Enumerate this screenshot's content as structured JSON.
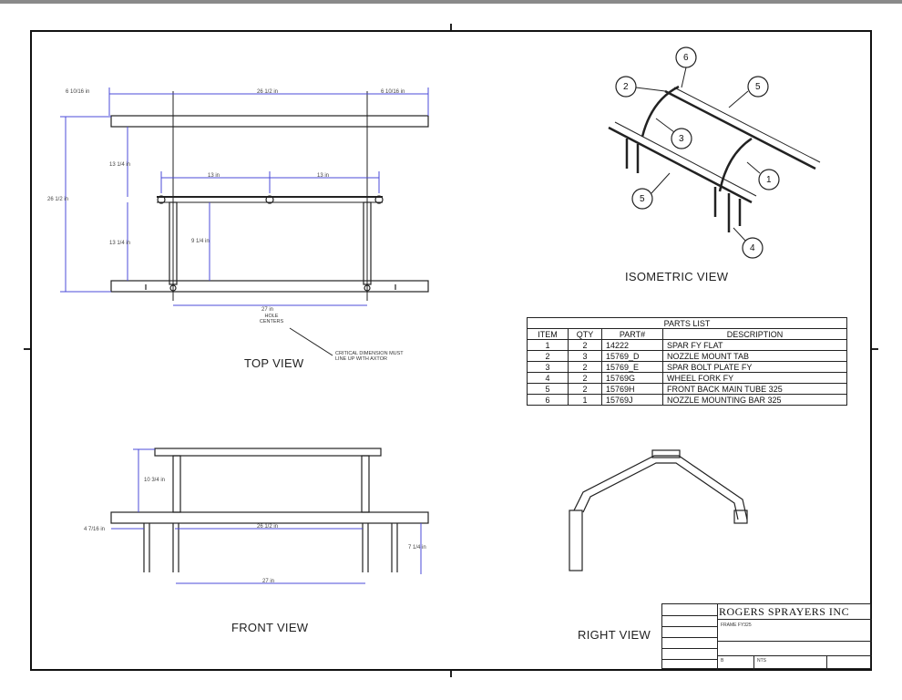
{
  "views": {
    "top": "TOP VIEW",
    "front": "FRONT VIEW",
    "right": "RIGHT VIEW",
    "isometric": "ISOMETRIC VIEW"
  },
  "dimensions": {
    "top_left_offset": "6 10/16 in",
    "top_span": "26 1/2 in",
    "top_right_offset": "6 10/16 in",
    "overall_height": "26 1/2 in",
    "upper_gap": "13 1/4 in",
    "lower_gap": "13 1/4 in",
    "bolt_left": "13 in",
    "bolt_right": "13 in",
    "inner_height": "9 1/4 in",
    "hole_centers": "27 in",
    "front_height": "10 3/4 in",
    "front_left": "4 7/16 in",
    "front_span": "26 1/2 in",
    "front_leg": "7 1/4 in",
    "front_centers": "27 in"
  },
  "notes": {
    "hole_centers": "HOLE CENTERS",
    "critical": "CRITICAL DIMENSION MUST LINE UP WITH AXTOR"
  },
  "balloons": [
    "6",
    "2",
    "5",
    "3",
    "1",
    "5",
    "4"
  ],
  "parts_list": {
    "title": "PARTS LIST",
    "headers": [
      "ITEM",
      "QTY",
      "PART#",
      "DESCRIPTION"
    ],
    "rows": [
      [
        "1",
        "2",
        "14222",
        "SPAR FY FLAT"
      ],
      [
        "2",
        "3",
        "15769_D",
        "NOZZLE MOUNT TAB"
      ],
      [
        "3",
        "2",
        "15769_E",
        "SPAR BOLT PLATE FY"
      ],
      [
        "4",
        "2",
        "15769G",
        "WHEEL FORK FY"
      ],
      [
        "5",
        "2",
        "15769H",
        "FRONT BACK MAIN TUBE 325"
      ],
      [
        "6",
        "1",
        "15769J",
        "NOZZLE MOUNTING BAR 325"
      ]
    ]
  },
  "title_block": {
    "company": "ROGERS SPRAYERS INC",
    "title_line1": "FRAME FY325",
    "size": "B",
    "scale": "NTS"
  },
  "colors": {
    "dimension": "#4b4bd8",
    "line": "#222222"
  }
}
